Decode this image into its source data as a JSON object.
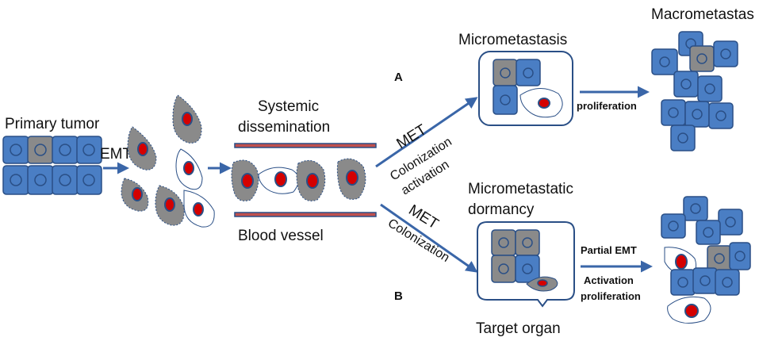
{
  "labels": {
    "primary_tumor": "Primary tumor",
    "emt": "EMT",
    "systemic_line1": "Systemic",
    "systemic_line2": "dissemination",
    "blood_vessel": "Blood vessel",
    "met_upper": "MET",
    "colonization_activation_line1": "Colonization",
    "colonization_activation_line2": "activation",
    "met_lower": "MET",
    "colonization_lower": "Colonization",
    "micrometastasis": "Micrometastasis",
    "macrometastas": "Macrometastas",
    "proliferation": "proliferation",
    "micrometastatic_line1": "Micrometastatic",
    "micrometastatic_line2": "dormancy",
    "target_organ": "Target organ",
    "partial_emt": "Partial EMT",
    "activation": "Activation",
    "proliferation_lower": "proliferation",
    "path_a": "A",
    "path_b": "B"
  },
  "colors": {
    "cell_blue": "#4a7ec4",
    "cell_grey": "#8a8a8a",
    "outline": "#2a4f86",
    "nucleus_red": "#d40000",
    "vessel_red": "#c0504d",
    "arrow": "#3a66a8"
  }
}
